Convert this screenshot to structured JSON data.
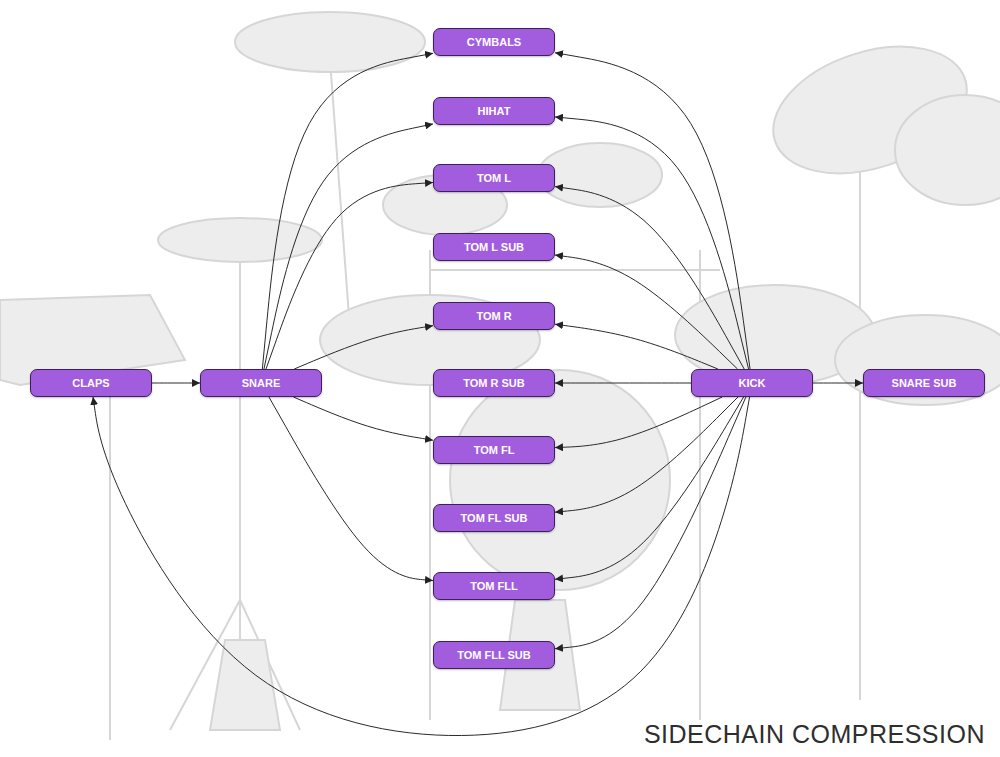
{
  "diagram": {
    "title": "SIDECHAIN COMPRESSION",
    "nodes": [
      {
        "text": [
          "CYMBALS"
        ]
      },
      {
        "text": [
          "HIHAT"
        ]
      },
      {
        "text": [
          "TOM L"
        ]
      },
      {
        "text": [
          "TOM L SUB"
        ]
      },
      {
        "text": [
          "TOM R"
        ]
      },
      {
        "text": [
          "CLAPS"
        ]
      },
      {
        "text": [
          "SNARE"
        ]
      },
      {
        "text": [
          "TOM R SUB"
        ]
      },
      {
        "text": [
          "KICK"
        ]
      },
      {
        "text": [
          "SNARE SUB"
        ]
      },
      {
        "text": [
          "TOM FL"
        ]
      },
      {
        "text": [
          "TOM FL SUB"
        ]
      },
      {
        "text": [
          "TOM FLL"
        ]
      },
      {
        "text": [
          "TOM FLL SUB"
        ]
      }
    ],
    "edges": [
      {
        "from": 5,
        "to": 6,
        "arrow": "to"
      },
      {
        "from": 6,
        "to": 0,
        "arrow": "to"
      },
      {
        "from": 6,
        "to": 1,
        "arrow": "to"
      },
      {
        "from": 6,
        "to": 2,
        "arrow": "to"
      },
      {
        "from": 6,
        "to": 4,
        "arrow": "to"
      },
      {
        "from": 6,
        "to": 10,
        "arrow": "to"
      },
      {
        "from": 6,
        "to": 12,
        "arrow": "to"
      },
      {
        "from": 8,
        "to": 0,
        "arrow": "to"
      },
      {
        "from": 8,
        "to": 1,
        "arrow": "to"
      },
      {
        "from": 8,
        "to": 2,
        "arrow": "to"
      },
      {
        "from": 8,
        "to": 3,
        "arrow": "to"
      },
      {
        "from": 8,
        "to": 4,
        "arrow": "to"
      },
      {
        "from": 8,
        "to": 7,
        "arrow": "to"
      },
      {
        "from": 8,
        "to": 9,
        "arrow": "to"
      },
      {
        "from": 8,
        "to": 10,
        "arrow": "to"
      },
      {
        "from": 8,
        "to": 11,
        "arrow": "to"
      },
      {
        "from": 8,
        "to": 12,
        "arrow": "to"
      },
      {
        "from": 8,
        "to": 13,
        "arrow": "to"
      },
      {
        "from": 8,
        "to": 5,
        "arrow": "to"
      }
    ]
  }
}
